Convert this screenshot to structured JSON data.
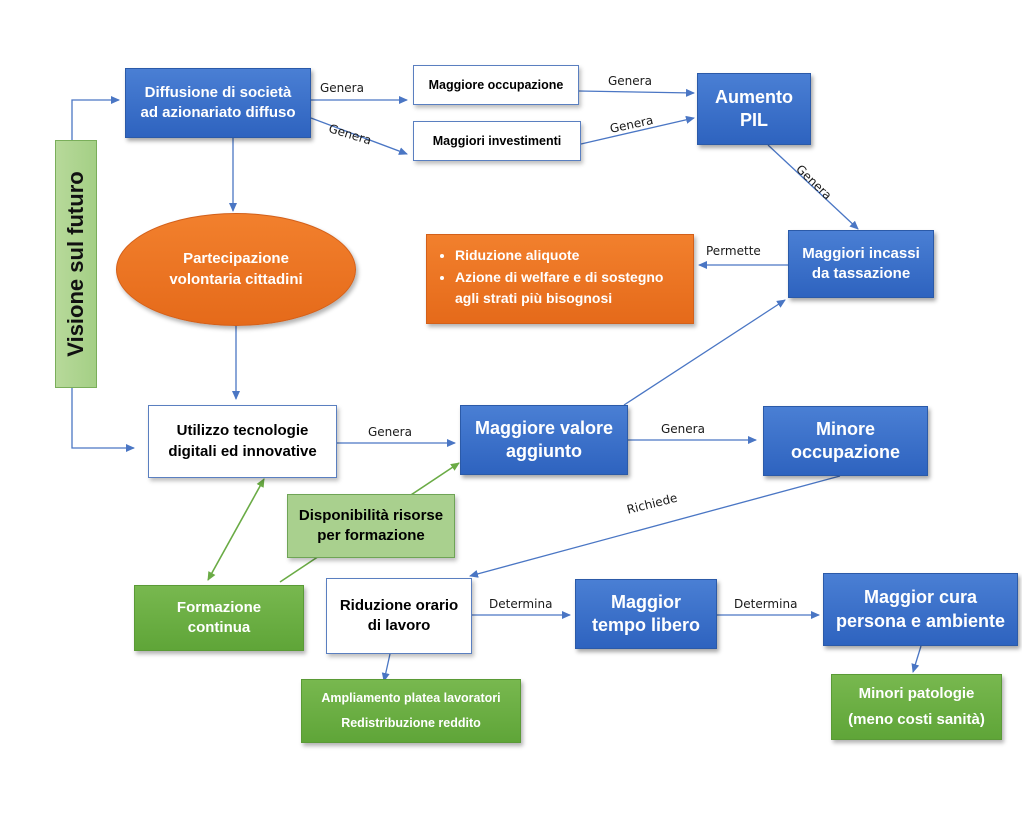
{
  "nodes": {
    "vision": "Visione sul futuro",
    "diffusion": [
      "Diffusione di società",
      "ad azionariato diffuso"
    ],
    "occupation_up": "Maggiore occupazione",
    "investments_up": "Maggiori investimenti",
    "gdp_up": [
      "Aumento",
      "PIL"
    ],
    "participation": [
      "Partecipazione",
      "volontaria cittadini"
    ],
    "tax_revenue": [
      "Maggiori incassi",
      "da tassazione"
    ],
    "benefits": [
      "Riduzione aliquote",
      "Azione di welfare e di sostegno agli strati più bisognosi"
    ],
    "digital_tech": [
      "Utilizzo tecnologie",
      "digitali ed innovative"
    ],
    "value_added": [
      "Maggiore valore",
      "aggiunto"
    ],
    "occupation_down": [
      "Minore",
      "occupazione"
    ],
    "training_resources": [
      "Disponibilità risorse",
      "per formazione"
    ],
    "continuous_training": [
      "Formazione",
      "continua"
    ],
    "hours_reduction": [
      "Riduzione orario",
      "di lavoro"
    ],
    "free_time": [
      "Maggior",
      "tempo libero"
    ],
    "care": [
      "Maggior cura",
      "persona e ambiente"
    ],
    "workers": [
      "Ampliamento platea lavoratori",
      "Redistribuzione reddito"
    ],
    "pathologies": [
      "Minori patologie",
      "(meno costi sanità)"
    ]
  },
  "labels": {
    "genera_1": "Genera",
    "genera_2": "Genera",
    "genera_3": "Genera",
    "genera_4": "Genera",
    "genera_5": "Genera",
    "genera_6": "Genera",
    "genera_7": "Genera",
    "permette": "Permette",
    "richiede": "Richiede",
    "determina_1": "Determina",
    "determina_2": "Determina"
  },
  "colors": {
    "arrow_blue": "#4a76c4",
    "arrow_green": "#6aab45",
    "box_blue": "#3a6fc9",
    "box_green": "#66ab3f",
    "box_light_green": "#a9d08e",
    "box_orange": "#ec7424"
  }
}
